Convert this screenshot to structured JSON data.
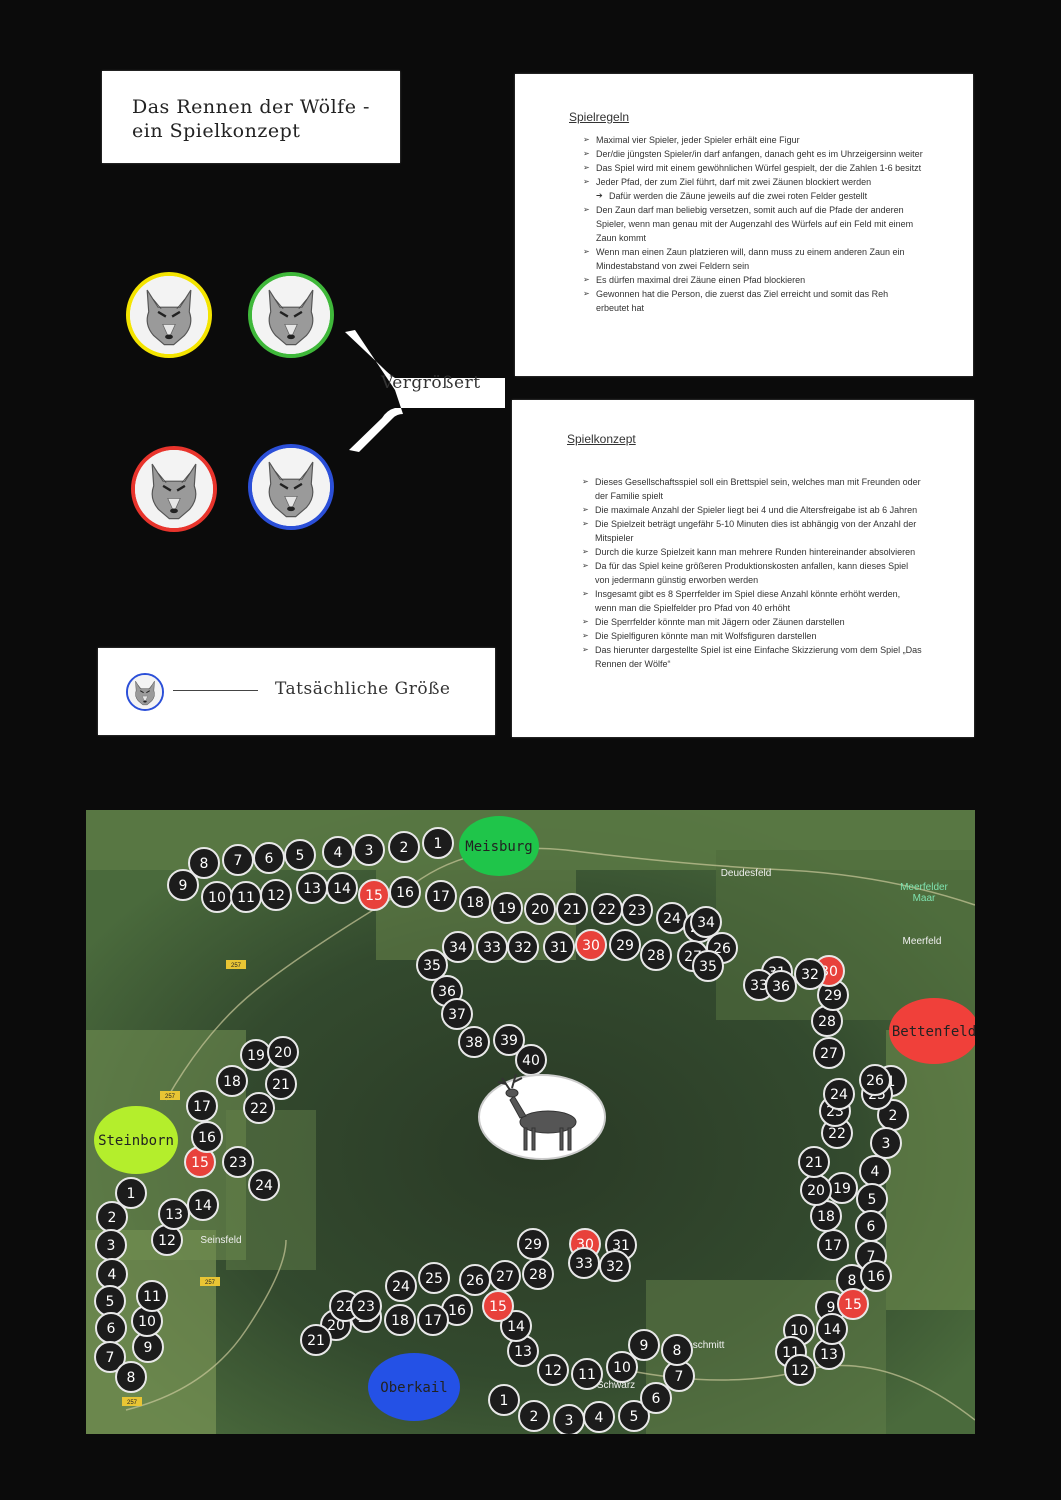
{
  "title_card": {
    "line1": "Das Rennen der Wölfe -",
    "line2": "ein Spielkonzept"
  },
  "rules": {
    "heading": "Spielregeln",
    "items": [
      {
        "text": "Maximal vier Spieler, jeder Spieler erhält eine Figur",
        "sub": false
      },
      {
        "text": "Der/die jüngsten Spieler/in darf anfangen, danach geht es im Uhrzeigersinn weiter",
        "sub": false
      },
      {
        "text": "Das Spiel wird mit einem gewöhnlichen Würfel gespielt, der die Zahlen 1-6 besitzt",
        "sub": false
      },
      {
        "text": "Jeder Pfad, der zum Ziel führt, darf mit zwei Zäunen blockiert werden",
        "sub": false
      },
      {
        "text": "Dafür werden die Zäune jeweils auf die zwei roten Felder gestellt",
        "sub": true
      },
      {
        "text": "Den Zaun darf man beliebig versetzen, somit auch auf die Pfade der anderen Spieler, wenn man genau mit der Augenzahl des Würfels auf ein Feld mit einem Zaun kommt",
        "sub": false
      },
      {
        "text": "Wenn man einen Zaun platzieren will, dann muss zu einem anderen Zaun ein Mindestabstand von zwei Feldern sein",
        "sub": false
      },
      {
        "text": "Es dürfen maximal drei Zäune einen Pfad blockieren",
        "sub": false
      },
      {
        "text": "Gewonnen hat die Person, die zuerst das Ziel erreicht und somit das Reh erbeutet hat",
        "sub": false
      }
    ]
  },
  "concept": {
    "heading": "Spielkonzept",
    "items": [
      {
        "text": "Dieses Gesellschaftsspiel soll ein Brettspiel sein, welches man mit Freunden oder der Familie spielt"
      },
      {
        "text": "Die maximale Anzahl der Spieler liegt bei 4 und die Altersfreigabe ist ab 6 Jahren"
      },
      {
        "text": "Die Spielzeit beträgt ungefähr 5-10 Minuten dies ist abhängig von der Anzahl der Mitspieler"
      },
      {
        "text": "Durch die kurze Spielzeit kann man mehrere Runden hintereinander absolvieren"
      },
      {
        "text": "Da für das Spiel keine größeren Produktionskosten anfallen, kann dieses Spiel von jedermann günstig erworben werden"
      },
      {
        "text": "Insgesamt gibt es 8 Sperrfelder im Spiel diese Anzahl könnte erhöht werden, wenn man die Spielfelder pro Pfad von 40 erhöht"
      },
      {
        "text": "Die Sperrfelder könnte man mit Jägern oder Zäunen darstellen"
      },
      {
        "text": "Die Spielfiguren könnte man mit Wolfsfiguren darstellen"
      },
      {
        "text": "Das hierunter dargestellte Spiel ist eine Einfache Skizzierung vom dem Spiel „Das Rennen der Wölfe“"
      }
    ]
  },
  "arrow_label": "Vergrößert",
  "size_label": "Tatsächliche Größe",
  "tokens": [
    {
      "name": "yellow",
      "color": "#f4e400"
    },
    {
      "name": "green",
      "color": "#3fb83a"
    },
    {
      "name": "red",
      "color": "#e8342c"
    },
    {
      "name": "blue",
      "color": "#2b4fd8"
    }
  ],
  "board": {
    "towns": [
      {
        "name": "Meisburg",
        "color": "#1fc54a"
      },
      {
        "name": "Bettenfeld",
        "color": "#f0403a"
      },
      {
        "name": "Steinborn",
        "color": "#b4ee2c"
      },
      {
        "name": "Oberkail",
        "color": "#2451e6"
      }
    ],
    "map_labels": [
      "Deudesfeld",
      "Meerfelder Maar",
      "Meerfeld",
      "Seinsfeld",
      "Schwarz",
      "enschmitt"
    ],
    "road_signs": [
      "257",
      "257",
      "257",
      "257"
    ],
    "center_icon": "deer-icon"
  }
}
